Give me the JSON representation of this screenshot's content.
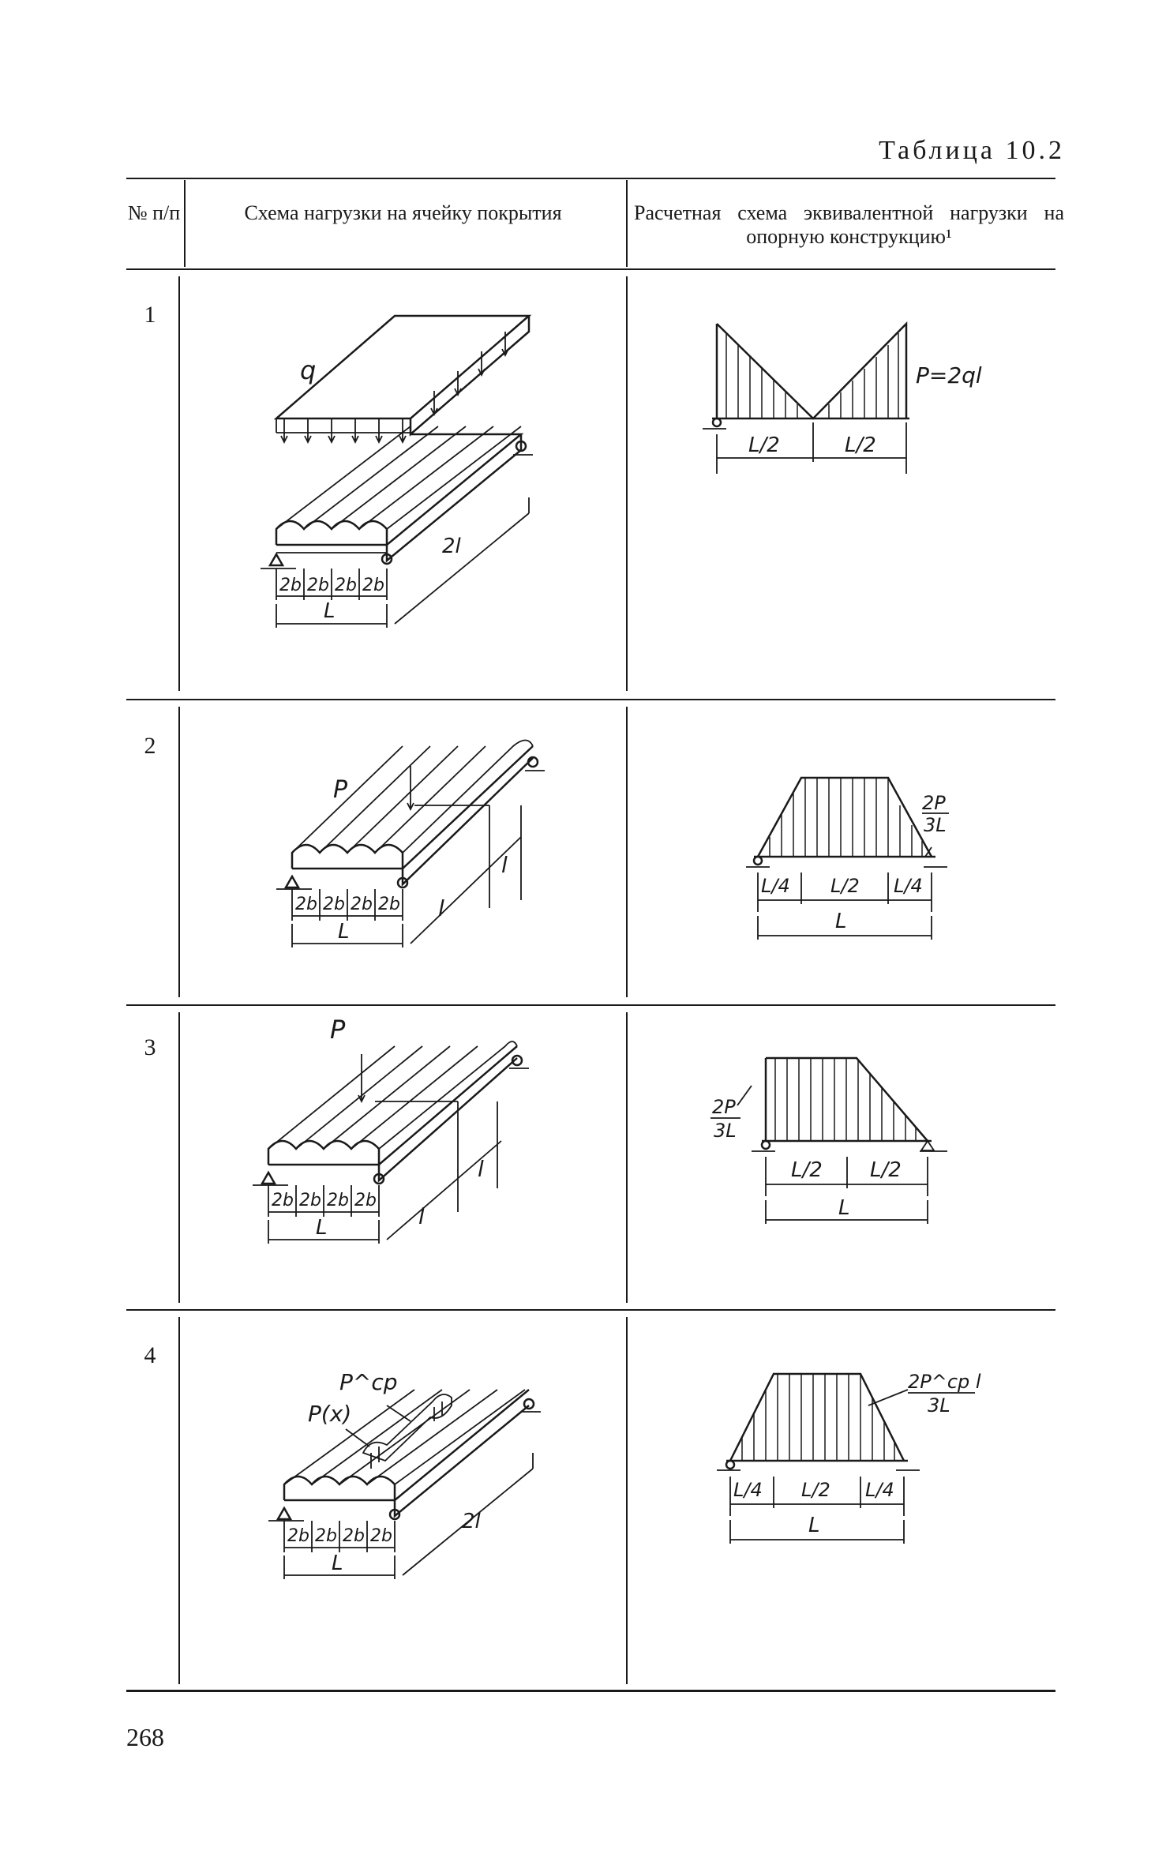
{
  "table_title": "Таблица 10.2",
  "header": {
    "num": "№ п/п",
    "scheme": "Схема нагрузки на ячейку покрытия",
    "calc": "Расчетная схема эквивалентной нагрузки на опорную конструкцию¹"
  },
  "rows": [
    {
      "num": "1",
      "left": {
        "load": "q",
        "spans": [
          "2b",
          "2b",
          "2b",
          "2b"
        ],
        "total": "L",
        "depth": "2l"
      },
      "right": {
        "force": "P=2ql",
        "spans": [
          "L/2",
          "L/2"
        ]
      }
    },
    {
      "num": "2",
      "left": {
        "load": "P",
        "spans": [
          "2b",
          "2b",
          "2b",
          "2b"
        ],
        "total": "L",
        "depth1": "l",
        "depth2": "l"
      },
      "right": {
        "force_num": "2P",
        "force_den": "3L",
        "spans": [
          "L/4",
          "L/2",
          "L/4"
        ],
        "total": "L"
      }
    },
    {
      "num": "3",
      "left": {
        "load": "P",
        "spans": [
          "2b",
          "2b",
          "2b",
          "2b"
        ],
        "total": "L",
        "depth1": "l",
        "depth2": "l"
      },
      "right": {
        "force_num": "2P",
        "force_den": "3L",
        "spans": [
          "L/2",
          "L/2"
        ],
        "total": "L"
      }
    },
    {
      "num": "4",
      "left": {
        "load1": "P^cp",
        "load2": "P(x)",
        "spans": [
          "2b",
          "2b",
          "2b",
          "2b"
        ],
        "total": "L",
        "depth": "2l"
      },
      "right": {
        "force_num": "2P^cp l",
        "force_den": "3L",
        "spans": [
          "L/4",
          "L/2",
          "L/4"
        ],
        "total": "L"
      }
    }
  ],
  "page_number": "268"
}
